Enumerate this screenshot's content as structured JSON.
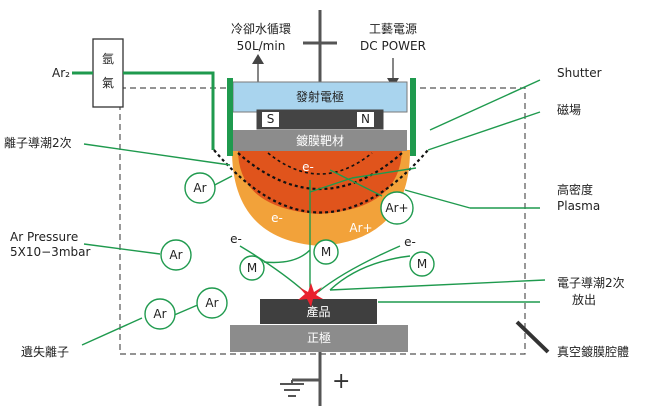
{
  "gas_box": {
    "line1": "氬",
    "line2": "氣"
  },
  "labels": {
    "ar_gas": "Ar₂",
    "cooling_line1": "冷卻水循環",
    "cooling_line2": "50L/min",
    "power_line1": "工藝電源",
    "power_line2": "DC POWER",
    "shutter": "Shutter",
    "magnetic_field": "磁場",
    "ion_secondary": "離子導潮2次",
    "high_density_line1": "高密度",
    "high_density_line2": "Plasma",
    "ar_pressure_line1": "Ar Pressure",
    "ar_pressure_line2": "5X10−3mbar",
    "electron_secondary_line1": "電子導潮2次",
    "electron_secondary_line2": "放出",
    "lost_ions": "遺失離子",
    "vacuum_chamber": "真空鍍膜腔體"
  },
  "electrode": {
    "cathode": "發射電極",
    "magnet_s": "S",
    "magnet_n": "N",
    "target": "鍍膜靶材",
    "product": "產品",
    "anode": "正極"
  },
  "particles": {
    "ar": "Ar",
    "ar_plus": "Ar+",
    "electron": "e-",
    "metal": "M"
  },
  "ground": {
    "plus": "+"
  },
  "colors": {
    "green": "#1f9a4e",
    "cathode_blue": "#a9d4ee",
    "plasma_outer": "#f2a23a",
    "plasma_inner": "#e0541c",
    "dark_gray": "#3f3f3f",
    "mid_gray": "#8c8c8c",
    "spark_red": "#e8212e"
  }
}
